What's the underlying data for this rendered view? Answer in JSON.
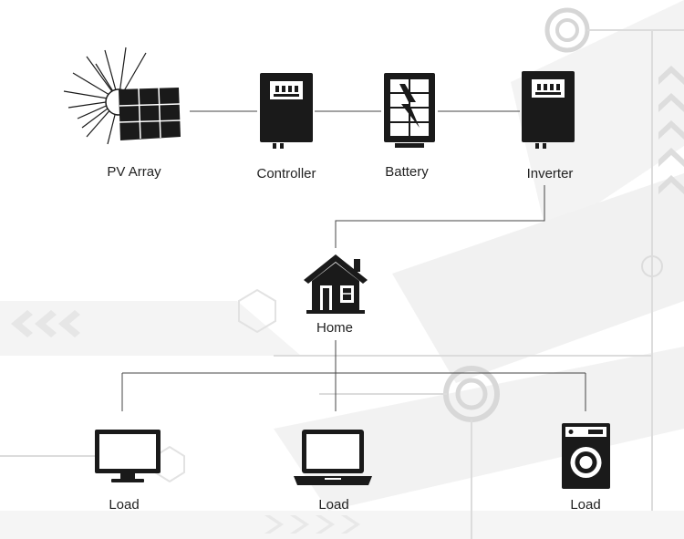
{
  "colors": {
    "ink": "#1a1a1a",
    "line": "#444444",
    "background_decor": "#ececec"
  },
  "nodes": {
    "pv_array": {
      "label": "PV Array",
      "icon": "solar-panel-icon"
    },
    "controller": {
      "label": "Controller",
      "icon": "charge-controller-icon"
    },
    "battery": {
      "label": "Battery",
      "icon": "battery-icon"
    },
    "inverter": {
      "label": "Inverter",
      "icon": "inverter-icon"
    },
    "home": {
      "label": "Home",
      "icon": "house-icon"
    },
    "loads": [
      {
        "label": "Load",
        "icon": "monitor-icon"
      },
      {
        "label": "Load",
        "icon": "laptop-icon"
      },
      {
        "label": "Load",
        "icon": "washing-machine-icon"
      }
    ]
  }
}
